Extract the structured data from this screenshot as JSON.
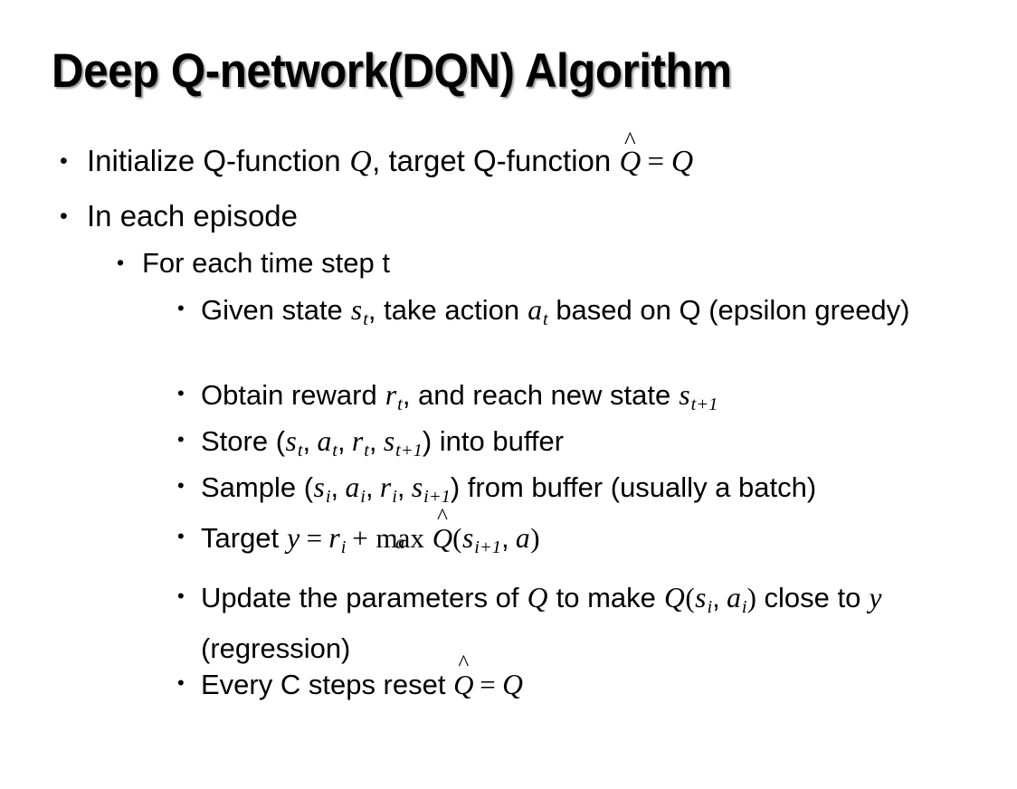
{
  "slide": {
    "title": "Deep Q-network(DQN) Algorithm",
    "background_color": "#FFFFFF",
    "text_color": "#000000",
    "left_edge_bar_color": "#111111",
    "bullet_glyph": "•"
  },
  "content": {
    "items": [
      {
        "level": 1,
        "name": "bullet-initialize-q-function",
        "plain_text": "Initialize Q-function Q, target Q-function Q̂ = Q"
      },
      {
        "level": 1,
        "name": "bullet-in-each-episode",
        "plain_text": "In each episode"
      },
      {
        "level": 2,
        "name": "bullet-for-each-time-step",
        "plain_text": "For each time step t"
      },
      {
        "level": 3,
        "name": "bullet-given-state-take-action",
        "plain_text": "Given state s_t, take action a_t based on Q (epsilon greedy)"
      },
      {
        "level": 3,
        "name": "bullet-obtain-reward",
        "plain_text": "Obtain reward r_t, and reach new state s_{t+1}"
      },
      {
        "level": 3,
        "name": "bullet-store-into-buffer",
        "plain_text": "Store (s_t, a_t, r_t, s_{t+1}) into buffer"
      },
      {
        "level": 3,
        "name": "bullet-sample-from-buffer",
        "plain_text": "Sample (s_i, a_i, r_i, s_{i+1}) from buffer (usually a batch)"
      },
      {
        "level": 3,
        "name": "bullet-target-equation",
        "plain_text": "Target y = r_i + max_a Q̂(s_{i+1}, a)"
      },
      {
        "level": 3,
        "name": "bullet-update-parameters",
        "plain_text": "Update the parameters of Q to make Q(s_i, a_i) close to y (regression)"
      },
      {
        "level": 3,
        "name": "bullet-every-c-steps-reset",
        "plain_text": "Every C steps reset Q̂ = Q"
      }
    ]
  },
  "text_fragments": {
    "initialize_a": "Initialize Q-function ",
    "initialize_b": ", target Q-function ",
    "in_each_episode": "In each episode",
    "for_each_time_step": "For each time step t",
    "given_a": "Given state ",
    "given_b": ", take action ",
    "given_c": " based on Q (epsilon greedy)",
    "obtain_a": "Obtain reward ",
    "obtain_b": ", and reach new state ",
    "store_a": "Store (",
    "store_b": ") into buffer",
    "sample_a": "Sample (",
    "sample_b": ") from buffer (usually a batch)",
    "target_a": "Target ",
    "update_a": "Update the parameters of ",
    "update_b": " to make ",
    "update_c": " close to ",
    "update_d": " (regression)",
    "every_a": "Every C steps reset ",
    "sym_Q": "Q",
    "sym_Qhat_base": "Q",
    "sym_hat": "̂",
    "sym_hat_mark": "^",
    "sym_s": "s",
    "sym_a": "a",
    "sym_r": "r",
    "sym_y": "y",
    "sub_t": "t",
    "sub_i": "i",
    "sub_t_plus_1": "t+1",
    "sub_i_plus_1": "i+1",
    "eq": "=",
    "plus": "+",
    "comma": ",",
    "lparen": "(",
    "rparen": ")",
    "max_op": "max",
    "max_under": "a"
  }
}
